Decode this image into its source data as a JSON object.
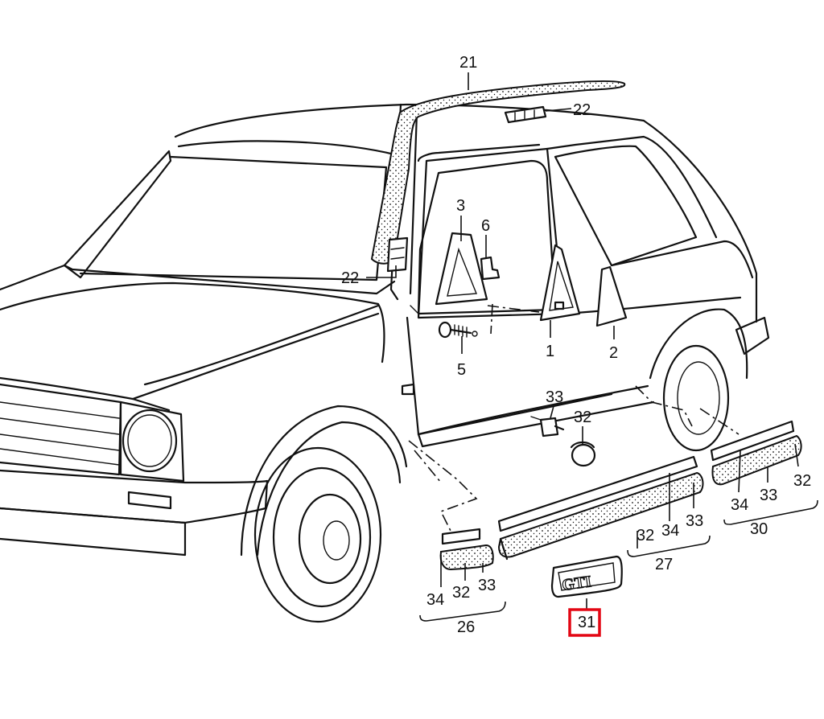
{
  "callouts": {
    "c21": "21",
    "c22a": "22",
    "c22b": "22",
    "c3": "3",
    "c6": "6",
    "c5": "5",
    "c1": "1",
    "c2": "2",
    "c33a": "33",
    "c32a": "32",
    "c34g": "34",
    "c32g": "32",
    "c33g": "33",
    "c26": "26",
    "c32m": "32",
    "c34m": "34",
    "c33m": "33",
    "c27": "27",
    "c34r": "34",
    "c33r": "33",
    "c32r": "32",
    "c30": "30",
    "c31": "31"
  },
  "badge_text": "GTI",
  "highlight_color": "#e30613"
}
